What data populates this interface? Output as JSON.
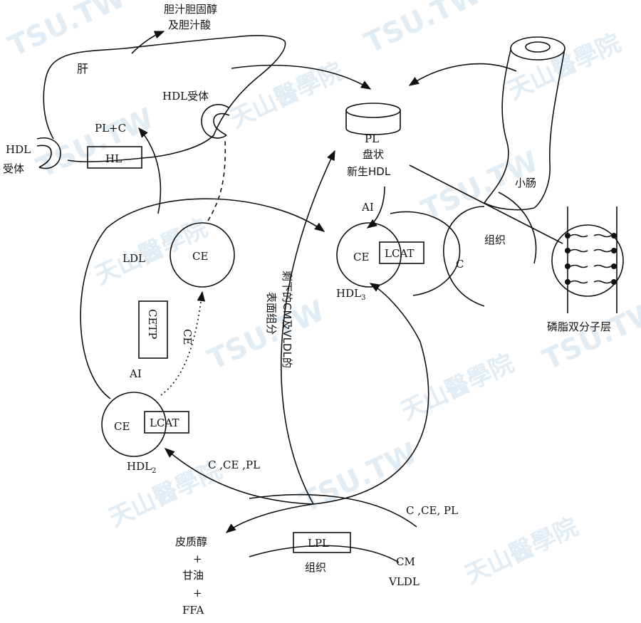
{
  "labels": {
    "bile": [
      "胆汁胆固醇",
      "及胆汁酸"
    ],
    "liver": "肝",
    "hdl_receptor_liver": "HDL受体",
    "hdl_receptor_left": [
      "HDL",
      "受体"
    ],
    "pl_c": "PL+C",
    "hl": "HL",
    "pl": "PL",
    "discoid": "盘状",
    "nascent_hdl": "新生HDL",
    "intestine": "小肠",
    "ai_top": "AI",
    "ce_hdl3": "CE",
    "lcat_hdl3": "LCAT",
    "hdl3": "HDL",
    "hdl3_sub": "3",
    "tissue_right": "组织",
    "c_tissue": "C",
    "phospholipid_bilayer": "磷脂双分子层",
    "ldl": "LDL",
    "ce_ldl": "CE",
    "cetp": "CETP",
    "ce_transfer": "CE",
    "ai_left": "AI",
    "ce_hdl2": "CE",
    "lcat_hdl2": "LCAT",
    "hdl2": "HDL",
    "hdl2_sub": "2",
    "remnant": "剩下的CM及VLDL的",
    "surface": "表面组分",
    "c_ce_pl_left": "C ,CE ,PL",
    "c_ce_pl_right": "C ,CE, PL",
    "cortisol": "皮质醇",
    "plus1": "+",
    "glycerol": "甘油",
    "plus2": "+",
    "ffa": "FFA",
    "lpl": "LPL",
    "tissue_bottom": "组织",
    "cm": "CM",
    "vldl": "VLDL"
  },
  "watermark": {
    "text_a": "TSU.TW",
    "text_b": "天山醫學院"
  },
  "colors": {
    "stroke": "#111111",
    "watermark": "#cfe0ef"
  }
}
